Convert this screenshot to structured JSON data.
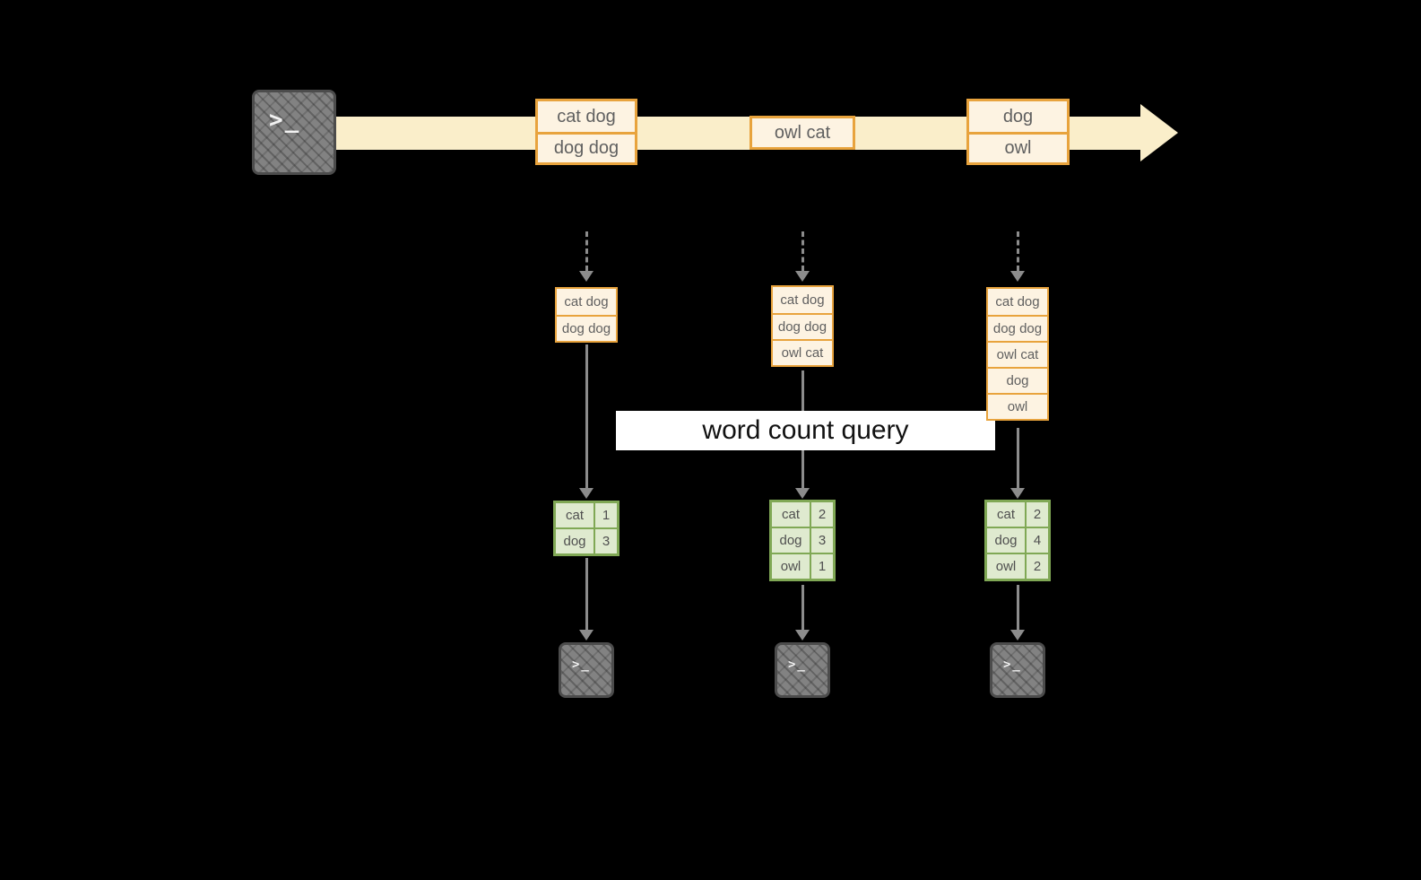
{
  "colors": {
    "band": "#faeeca",
    "orange_border": "#e8a33d",
    "orange_fill": "#fdf3e2",
    "green_border": "#80a855",
    "green_fill": "#dfeacf",
    "arrow": "#8c8c8c",
    "banner_bg": "#ffffff",
    "banner_text": "#111111",
    "background": "#000000"
  },
  "terminal_glyph": ">_",
  "stream_events": [
    {
      "rows": [
        "cat dog",
        "dog dog"
      ]
    },
    {
      "rows": [
        "owl cat"
      ]
    },
    {
      "rows": [
        "dog",
        "owl"
      ]
    }
  ],
  "query_banner": "word count query",
  "pipelines": [
    {
      "buffer": [
        "cat dog",
        "dog dog"
      ],
      "counts": [
        {
          "word": "cat",
          "n": "1"
        },
        {
          "word": "dog",
          "n": "3"
        }
      ]
    },
    {
      "buffer": [
        "cat dog",
        "dog dog",
        "owl cat"
      ],
      "counts": [
        {
          "word": "cat",
          "n": "2"
        },
        {
          "word": "dog",
          "n": "3"
        },
        {
          "word": "owl",
          "n": "1"
        }
      ]
    },
    {
      "buffer": [
        "cat dog",
        "dog dog",
        "owl cat",
        "dog",
        "owl"
      ],
      "counts": [
        {
          "word": "cat",
          "n": "2"
        },
        {
          "word": "dog",
          "n": "4"
        },
        {
          "word": "owl",
          "n": "2"
        }
      ]
    }
  ]
}
